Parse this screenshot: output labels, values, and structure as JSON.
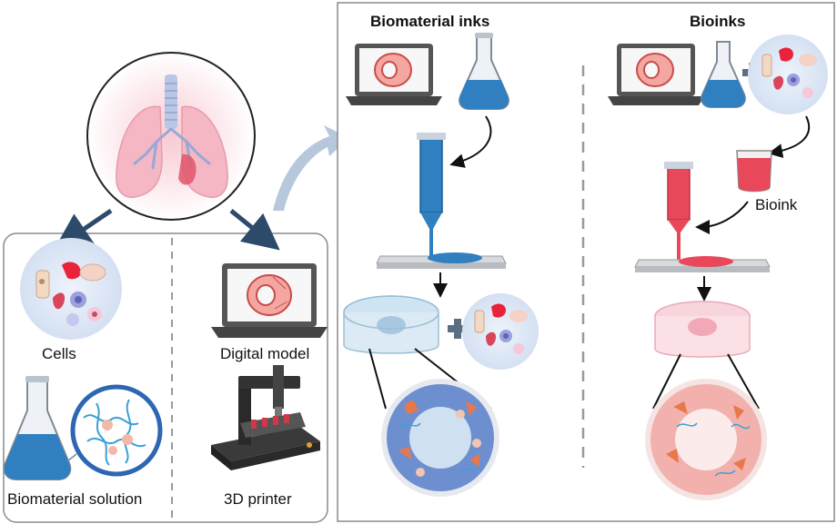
{
  "left_panel": {
    "cells_label": "Cells",
    "digital_model_label": "Digital model",
    "biomaterial_solution_label": "Biomaterial solution",
    "printer_label": "3D printer"
  },
  "right_panel": {
    "biomaterial_inks_title": "Biomaterial inks",
    "bioinks_title": "Bioinks",
    "bioink_label": "Bioink"
  },
  "colors": {
    "panel_border": "#8a8a8a",
    "arrow_dark": "#2e4a6b",
    "ink_blue": "#2f7fc1",
    "ink_red": "#e8485a",
    "lung_pink": "#f4b7c3",
    "cell_bg": "#dfe8f5",
    "ring_blue": "#6e8fcf",
    "ring_pink": "#f2b1ad"
  },
  "icons": [
    "lung-icon",
    "cells-icon",
    "laptop-icon",
    "flask-icon",
    "hydrogel-network-icon",
    "3d-printer-icon",
    "syringe-nozzle-icon",
    "beaker-icon",
    "plus-icon",
    "scaffold-icon"
  ]
}
